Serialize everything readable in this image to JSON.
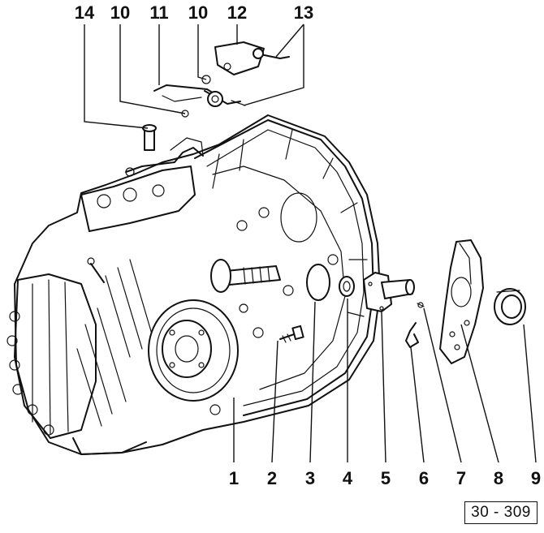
{
  "figure_reference": "30 - 309",
  "callouts": {
    "bottom": [
      "1",
      "2",
      "3",
      "4",
      "5",
      "6",
      "7",
      "8",
      "9"
    ],
    "top": [
      "14",
      "10",
      "11",
      "10",
      "12",
      "13"
    ]
  }
}
